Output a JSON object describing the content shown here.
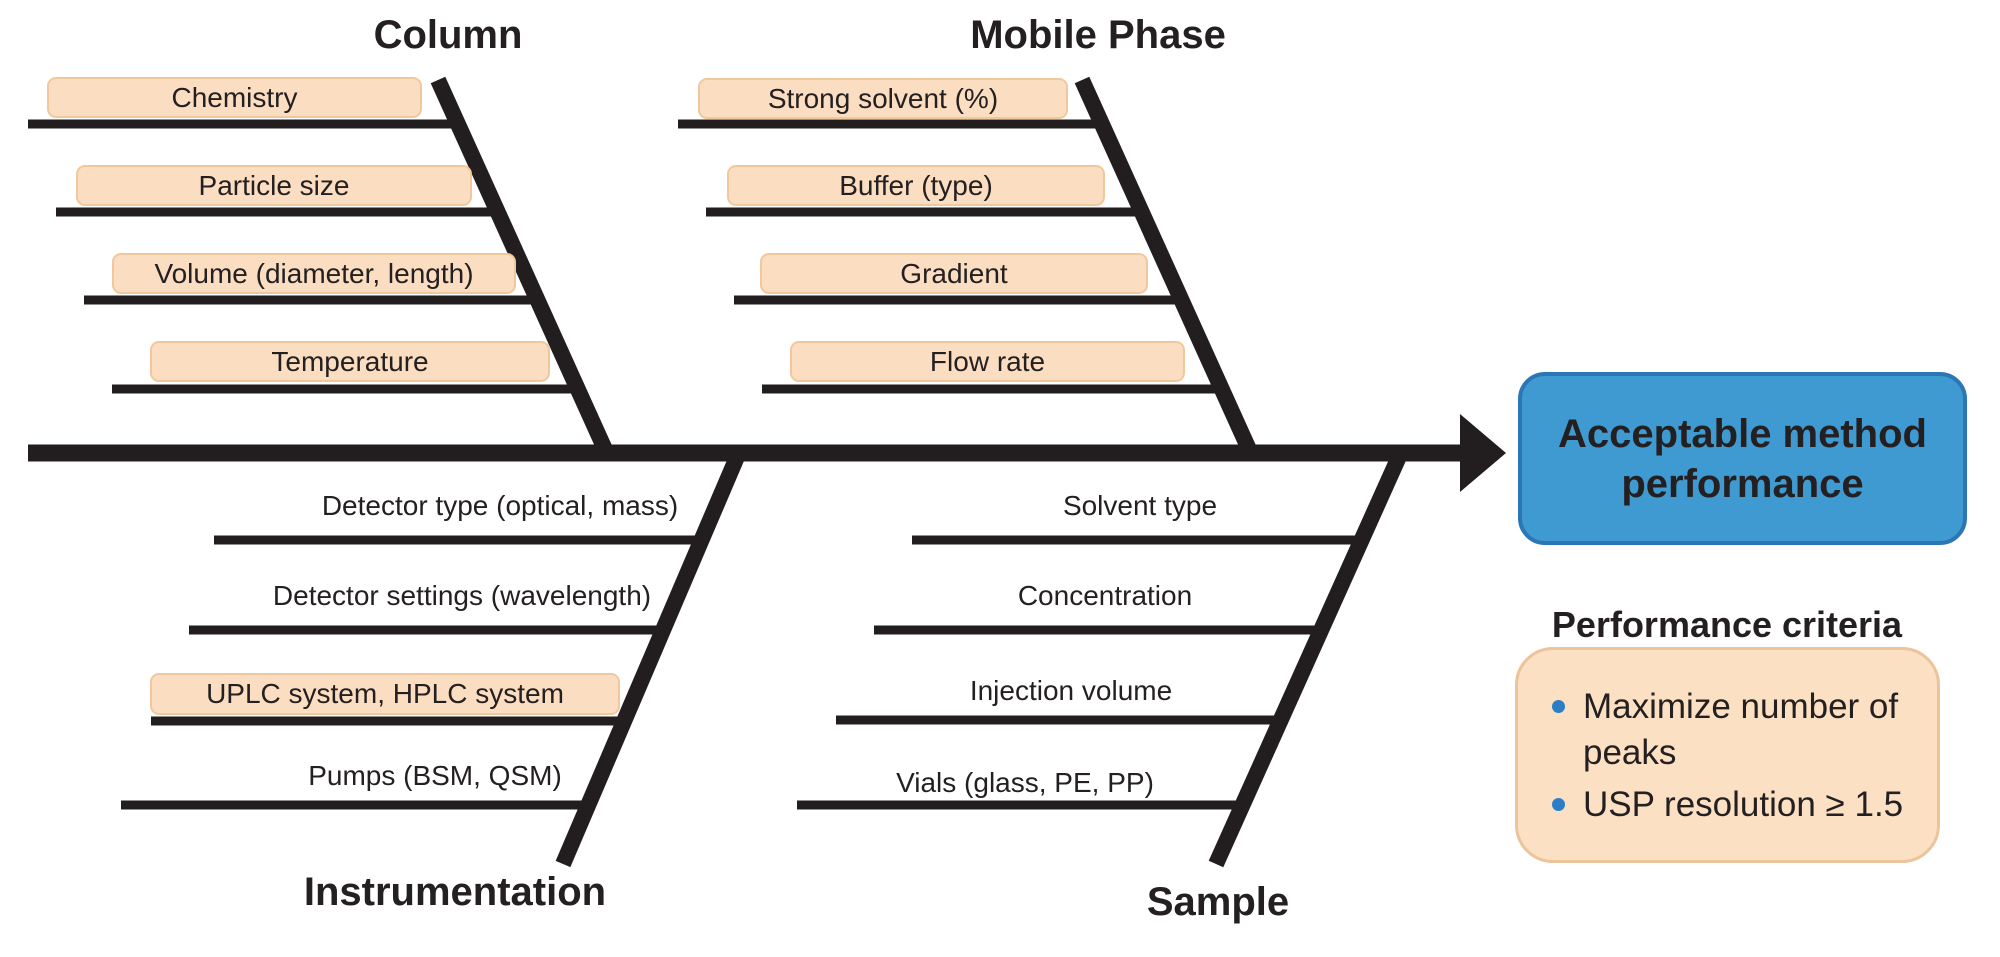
{
  "diagram": {
    "type": "fishbone-cause-effect",
    "effect": {
      "label": "Acceptable method performance"
    },
    "branches": [
      {
        "name": "Column",
        "position": "top-left",
        "causes": [
          {
            "label": "Chemistry",
            "highlighted": true
          },
          {
            "label": "Particle size",
            "highlighted": true
          },
          {
            "label": "Volume (diameter, length)",
            "highlighted": true
          },
          {
            "label": "Temperature",
            "highlighted": true
          }
        ]
      },
      {
        "name": "Mobile Phase",
        "position": "top-right",
        "causes": [
          {
            "label": "Strong solvent (%)",
            "highlighted": true
          },
          {
            "label": "Buffer (type)",
            "highlighted": true
          },
          {
            "label": "Gradient",
            "highlighted": true
          },
          {
            "label": "Flow rate",
            "highlighted": true
          }
        ]
      },
      {
        "name": "Instrumentation",
        "position": "bottom-left",
        "causes": [
          {
            "label": "Detector type (optical, mass)",
            "highlighted": false
          },
          {
            "label": "Detector settings (wavelength)",
            "highlighted": false
          },
          {
            "label": "UPLC system, HPLC system",
            "highlighted": true
          },
          {
            "label": "Pumps (BSM, QSM)",
            "highlighted": false
          }
        ]
      },
      {
        "name": "Sample",
        "position": "bottom-right",
        "causes": [
          {
            "label": "Solvent type",
            "highlighted": false
          },
          {
            "label": "Concentration",
            "highlighted": false
          },
          {
            "label": "Injection volume",
            "highlighted": false
          },
          {
            "label": "Vials (glass, PE, PP)",
            "highlighted": false
          }
        ]
      }
    ],
    "criteria": {
      "heading": "Performance criteria",
      "bullets": [
        "Maximize number of peaks",
        "USP resolution ≥ 1.5"
      ]
    },
    "colors": {
      "highlight_fill": "#FBDEC1",
      "highlight_border": "#F1C89E",
      "effect_fill": "#3F9AD1",
      "effect_border": "#2B76B5",
      "bullet_blue": "#2B7EC5",
      "line_black": "#221E1F"
    }
  }
}
